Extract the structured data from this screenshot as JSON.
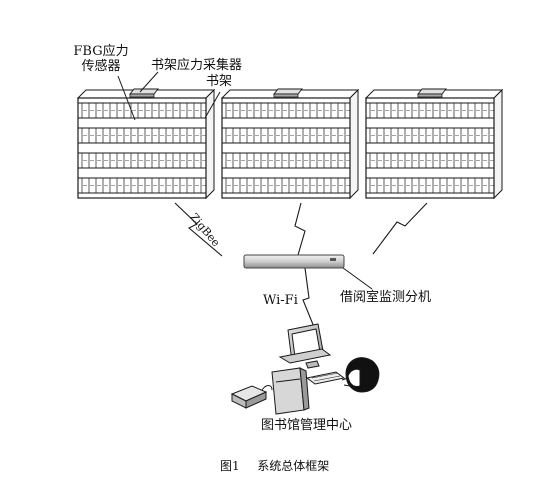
{
  "labels": {
    "fbg_line1": "FBG应力",
    "fbg_line2": "传感器",
    "collector": "书架应力采集器",
    "shelf": "书架",
    "zigbee": "ZigBee",
    "wifi": "Wi-Fi",
    "submonitor": "借阅室监测分机",
    "center": "图书馆管理中心"
  },
  "caption": {
    "figure_no": "图1",
    "title": "系统总体框架"
  },
  "colors": {
    "stroke": "#1a1a1a",
    "shelf_fill": "#ffffff",
    "device_bar_light": "#e8e8e8",
    "device_bar_dark": "#9a9a9a"
  },
  "icons": [
    "bookshelf-icon",
    "wireless-link-icon",
    "monitor-station-icon",
    "computer-icon",
    "person-icon",
    "printer-icon",
    "sensor-module-icon"
  ]
}
